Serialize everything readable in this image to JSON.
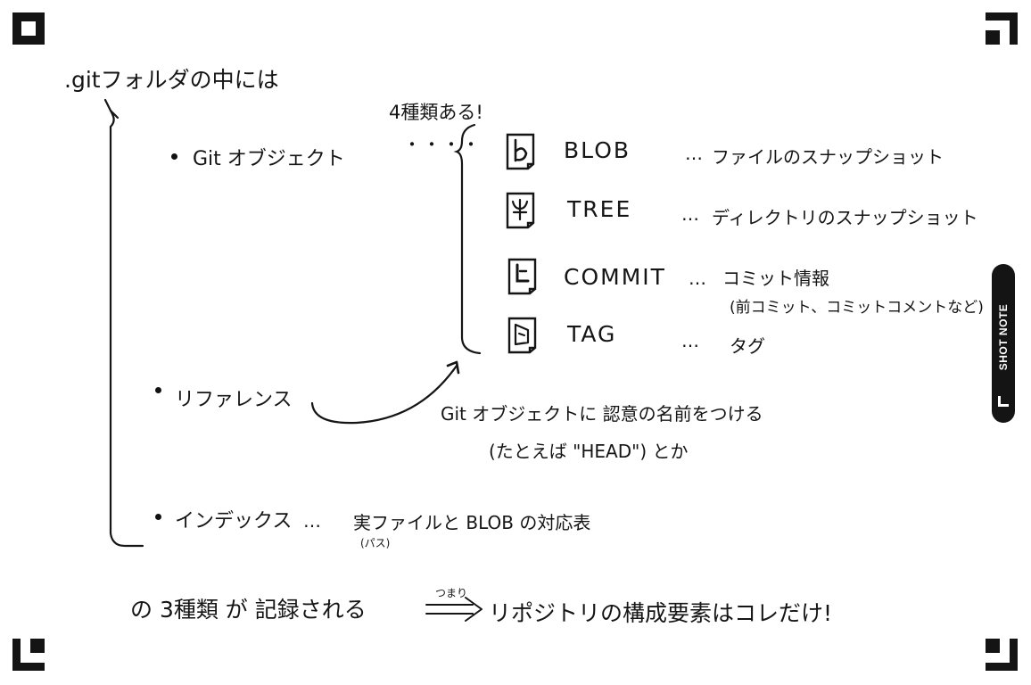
{
  "heading": ".gitフォルダの中には",
  "count_note": "4種類ある!",
  "bullets": {
    "git_objects": "Git オブジェクト",
    "references": "リファレンス",
    "index": "インデックス"
  },
  "leader_dots": "・・・・",
  "objects": [
    {
      "icon": "blob-icon",
      "glyph": "b",
      "name": "BLOB",
      "dots": "…",
      "desc": "ファイルのスナップショット"
    },
    {
      "icon": "tree-icon",
      "glyph": "Ψ",
      "name": "TREE",
      "dots": "…",
      "desc": "ディレクトリのスナップショット"
    },
    {
      "icon": "commit-icon",
      "glyph": "L",
      "name": "COMMIT",
      "dots": "…",
      "desc": "コミット情報",
      "desc2": "(前コミット、コミットコメントなど)"
    },
    {
      "icon": "tag-icon",
      "glyph": "◇",
      "name": "TAG",
      "dots": "…",
      "desc": "タグ"
    }
  ],
  "reference_note": {
    "line1": "Git オブジェクトに 認意の名前をつける",
    "line2": "(たとえば \"HEAD\") とか"
  },
  "index_note": {
    "dots": "…",
    "desc": "実ファイルと BLOB の対応表",
    "sub": "(パス)"
  },
  "summary": {
    "part1": "の 3種類 が 記録される",
    "arrow_label": "つまり",
    "part2": "リポジトリの構成要素はコレだけ!"
  },
  "branding": {
    "label": "SHOT NOTE",
    "colors": {
      "ink": "#151515",
      "paper": "#ffffff",
      "badge": "#141414"
    }
  }
}
